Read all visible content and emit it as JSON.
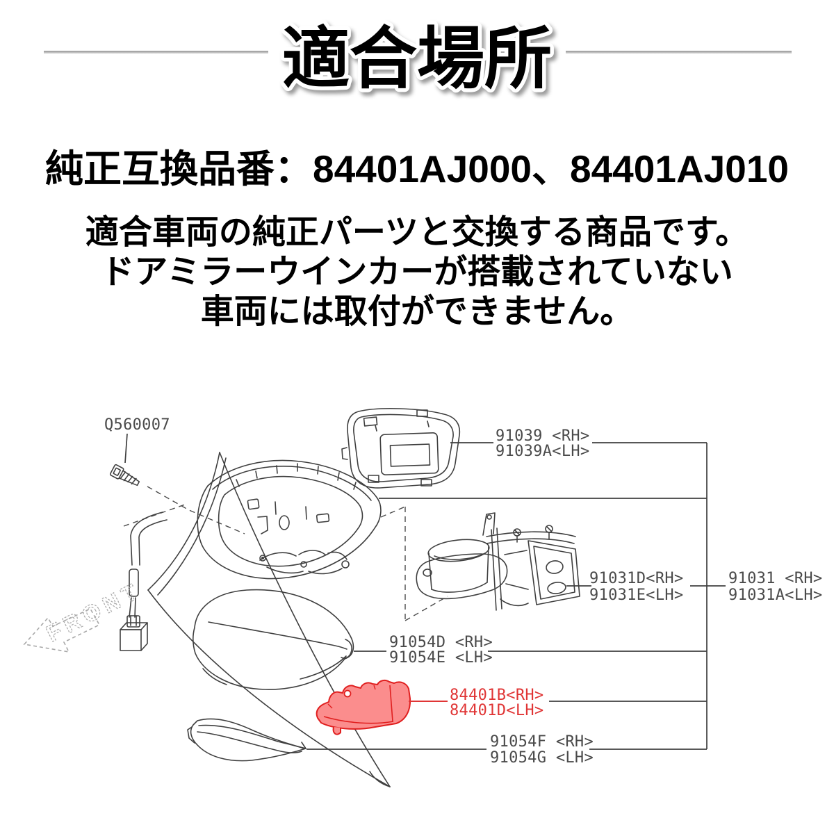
{
  "page": {
    "background": "#ffffff",
    "sketch_line_color": "#3f3f3f",
    "label_color": "#4a4a4a",
    "highlight_red": "#e03535",
    "highlight_fill": "#fb8d8d",
    "divider_gray": "#949494"
  },
  "header": {
    "title": "適合場所"
  },
  "compat": {
    "line": "純正互換品番：84401AJ000、84401AJ010"
  },
  "description": {
    "lines": [
      "適合車両の純正パーツと交換する商品です。",
      "ドアミラーウインカーが搭載されていない",
      "車両には取付ができません。"
    ]
  },
  "diagram": {
    "front_label": "FRONT",
    "labels": {
      "bolt": "Q560007",
      "glass_rh": "91039 <RH>",
      "glass_lh": "91039A<LH>",
      "actuator_rh": "91031D<RH>",
      "actuator_lh": "91031E<LH>",
      "assembly_rh": "91031 <RH>",
      "assembly_lh": "91031A<LH>",
      "cover_rh": "91054D <RH>",
      "cover_lh": "91054E <LH>",
      "turn_signal_rh": "84401B<RH>",
      "turn_signal_lh": "84401D<LH>",
      "lower_cover_rh": "91054F <RH>",
      "lower_cover_lh": "91054G <LH>"
    }
  }
}
